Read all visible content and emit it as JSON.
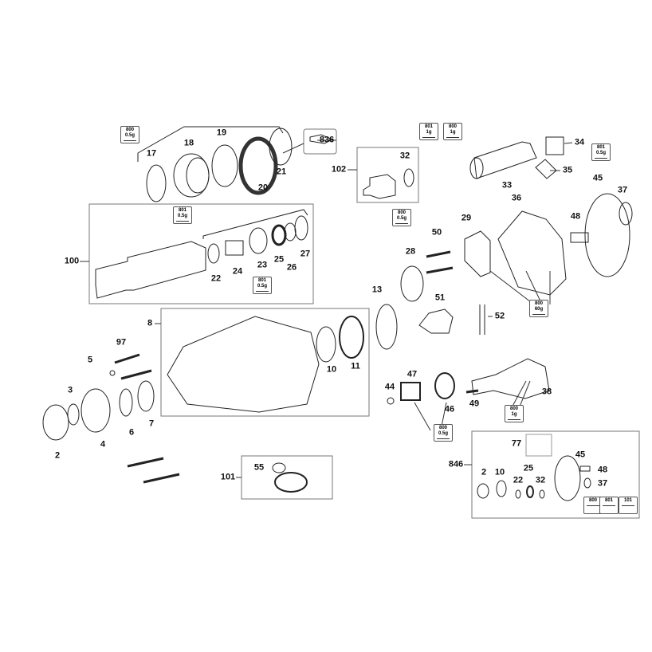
{
  "diagram": {
    "type": "exploded-parts-diagram",
    "part_labels": [
      "17",
      "18",
      "19",
      "20",
      "21",
      "836",
      "102",
      "32",
      "33",
      "34",
      "35",
      "36",
      "37",
      "45",
      "48",
      "29",
      "50",
      "28",
      "100",
      "22",
      "24",
      "23",
      "25",
      "26",
      "27",
      "13",
      "8",
      "97",
      "5",
      "3",
      "2",
      "4",
      "6",
      "7",
      "10",
      "11",
      "51",
      "52",
      "47",
      "44",
      "46",
      "49",
      "38",
      "55",
      "101",
      "846",
      "77",
      "45",
      "48",
      "37",
      "2",
      "10",
      "22",
      "25",
      "32"
    ],
    "grease_tags": [
      {
        "code": "800",
        "amount": "0.5g"
      },
      {
        "code": "801",
        "amount": "0.5g"
      },
      {
        "code": "801",
        "amount": "0.5g"
      },
      {
        "code": "800",
        "amount": "0.5g"
      },
      {
        "code": "801",
        "amount": "1g"
      },
      {
        "code": "800",
        "amount": "1g"
      },
      {
        "code": "801",
        "amount": "0.5g"
      },
      {
        "code": "800",
        "amount": "60g"
      },
      {
        "code": "800",
        "amount": "1g"
      },
      {
        "code": "800",
        "amount": "0.5g"
      },
      {
        "code": "800",
        "amount": ""
      },
      {
        "code": "801",
        "amount": ""
      },
      {
        "code": "101",
        "amount": ""
      }
    ]
  }
}
